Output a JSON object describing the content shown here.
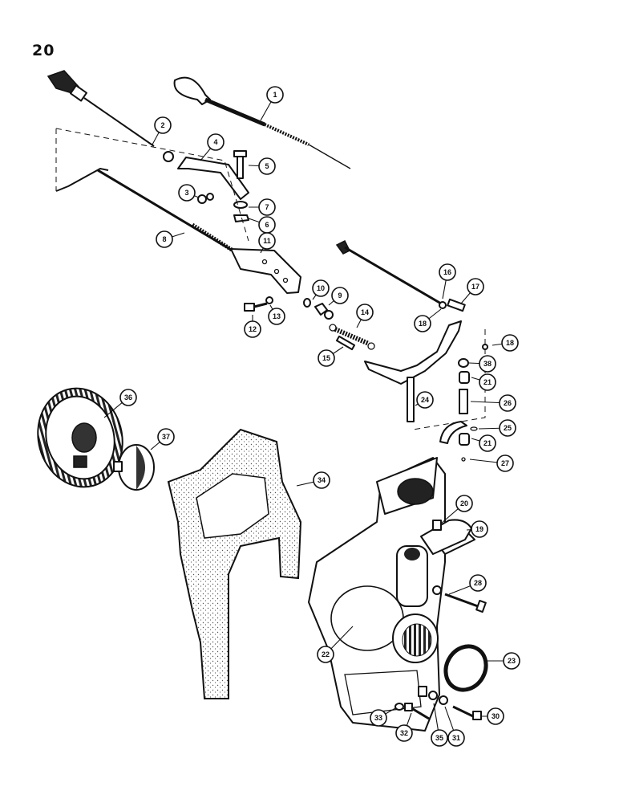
{
  "page_number": "20",
  "callouts": [
    "1",
    "2",
    "3",
    "4",
    "5",
    "6",
    "7",
    "8",
    "9",
    "10",
    "11",
    "12",
    "13",
    "14",
    "15",
    "16",
    "17",
    "18",
    "18",
    "19",
    "20",
    "21",
    "21",
    "22",
    "23",
    "24",
    "25",
    "26",
    "27",
    "28",
    "30",
    "31",
    "32",
    "33",
    "34",
    "35",
    "36",
    "37",
    "38"
  ],
  "colors": {
    "ink": "#111111",
    "paper": "#ffffff",
    "gasket_speckle": "#555555"
  }
}
